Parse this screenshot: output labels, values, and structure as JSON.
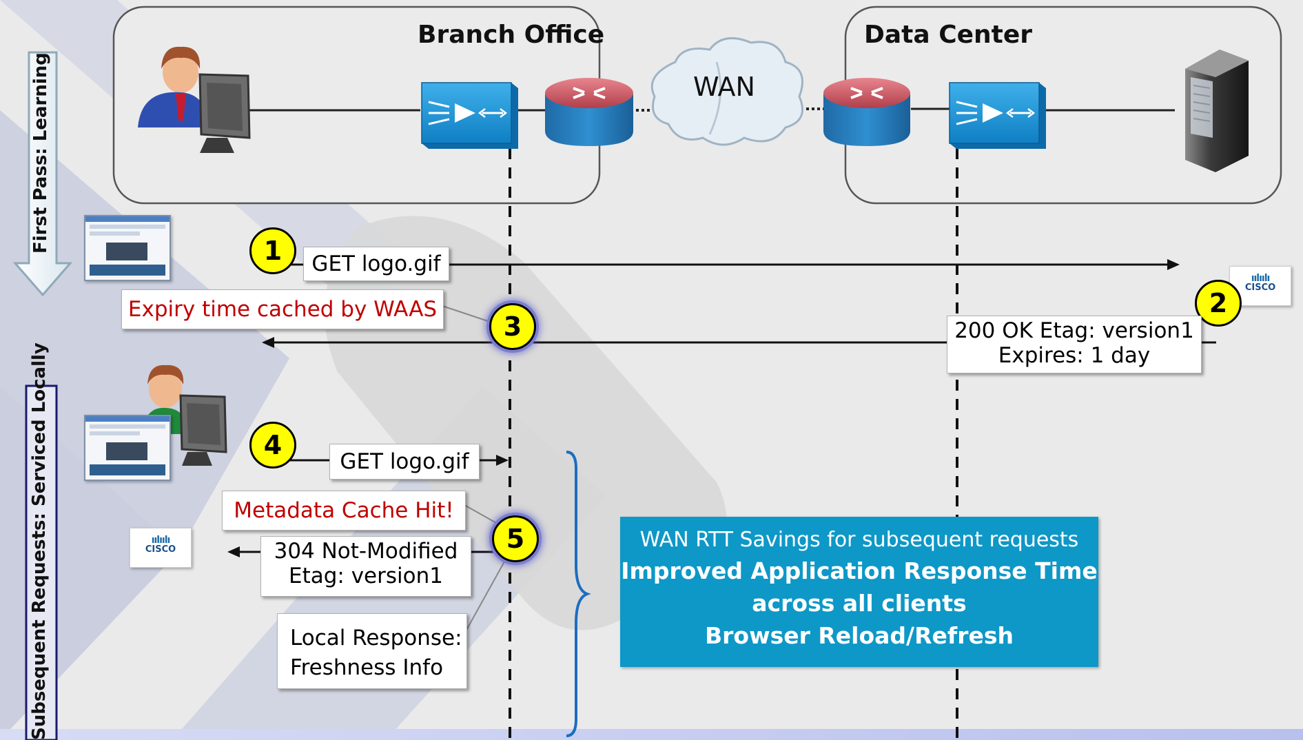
{
  "regions": {
    "branch_office": "Branch Office",
    "data_center": "Data Center",
    "wan": "WAN"
  },
  "phases": {
    "first_pass": "First Pass: Learning",
    "subsequent": "Subsequent Requests: Serviced Locally"
  },
  "steps": [
    "1",
    "2",
    "3",
    "4",
    "5"
  ],
  "messages": {
    "get1": "GET logo.gif",
    "expiry": "Expiry time cached by WAAS",
    "ok_line1": "200 OK Etag: version1",
    "ok_line2": "Expires: 1 day",
    "get2": "GET logo.gif",
    "metadata_hit": "Metadata Cache Hit!",
    "not_modified_line1": "304 Not-Modified",
    "not_modified_line2": "Etag: version1",
    "local_line1": "Local Response:",
    "local_line2": "Freshness Info"
  },
  "summary": {
    "line1": "WAN RTT Savings for subsequent requests",
    "line2": "Improved Application Response Time",
    "line3": "across all clients",
    "line4": "Browser Reload/Refresh"
  },
  "logo_text": "CISCO",
  "colors": {
    "accent_box": "#0e98c7",
    "step_circle": "#ffff00",
    "device_blue": "#1c8fd3",
    "router_red": "#c24a55",
    "alert_text": "#c00000",
    "brace": "#1a6ec0"
  }
}
